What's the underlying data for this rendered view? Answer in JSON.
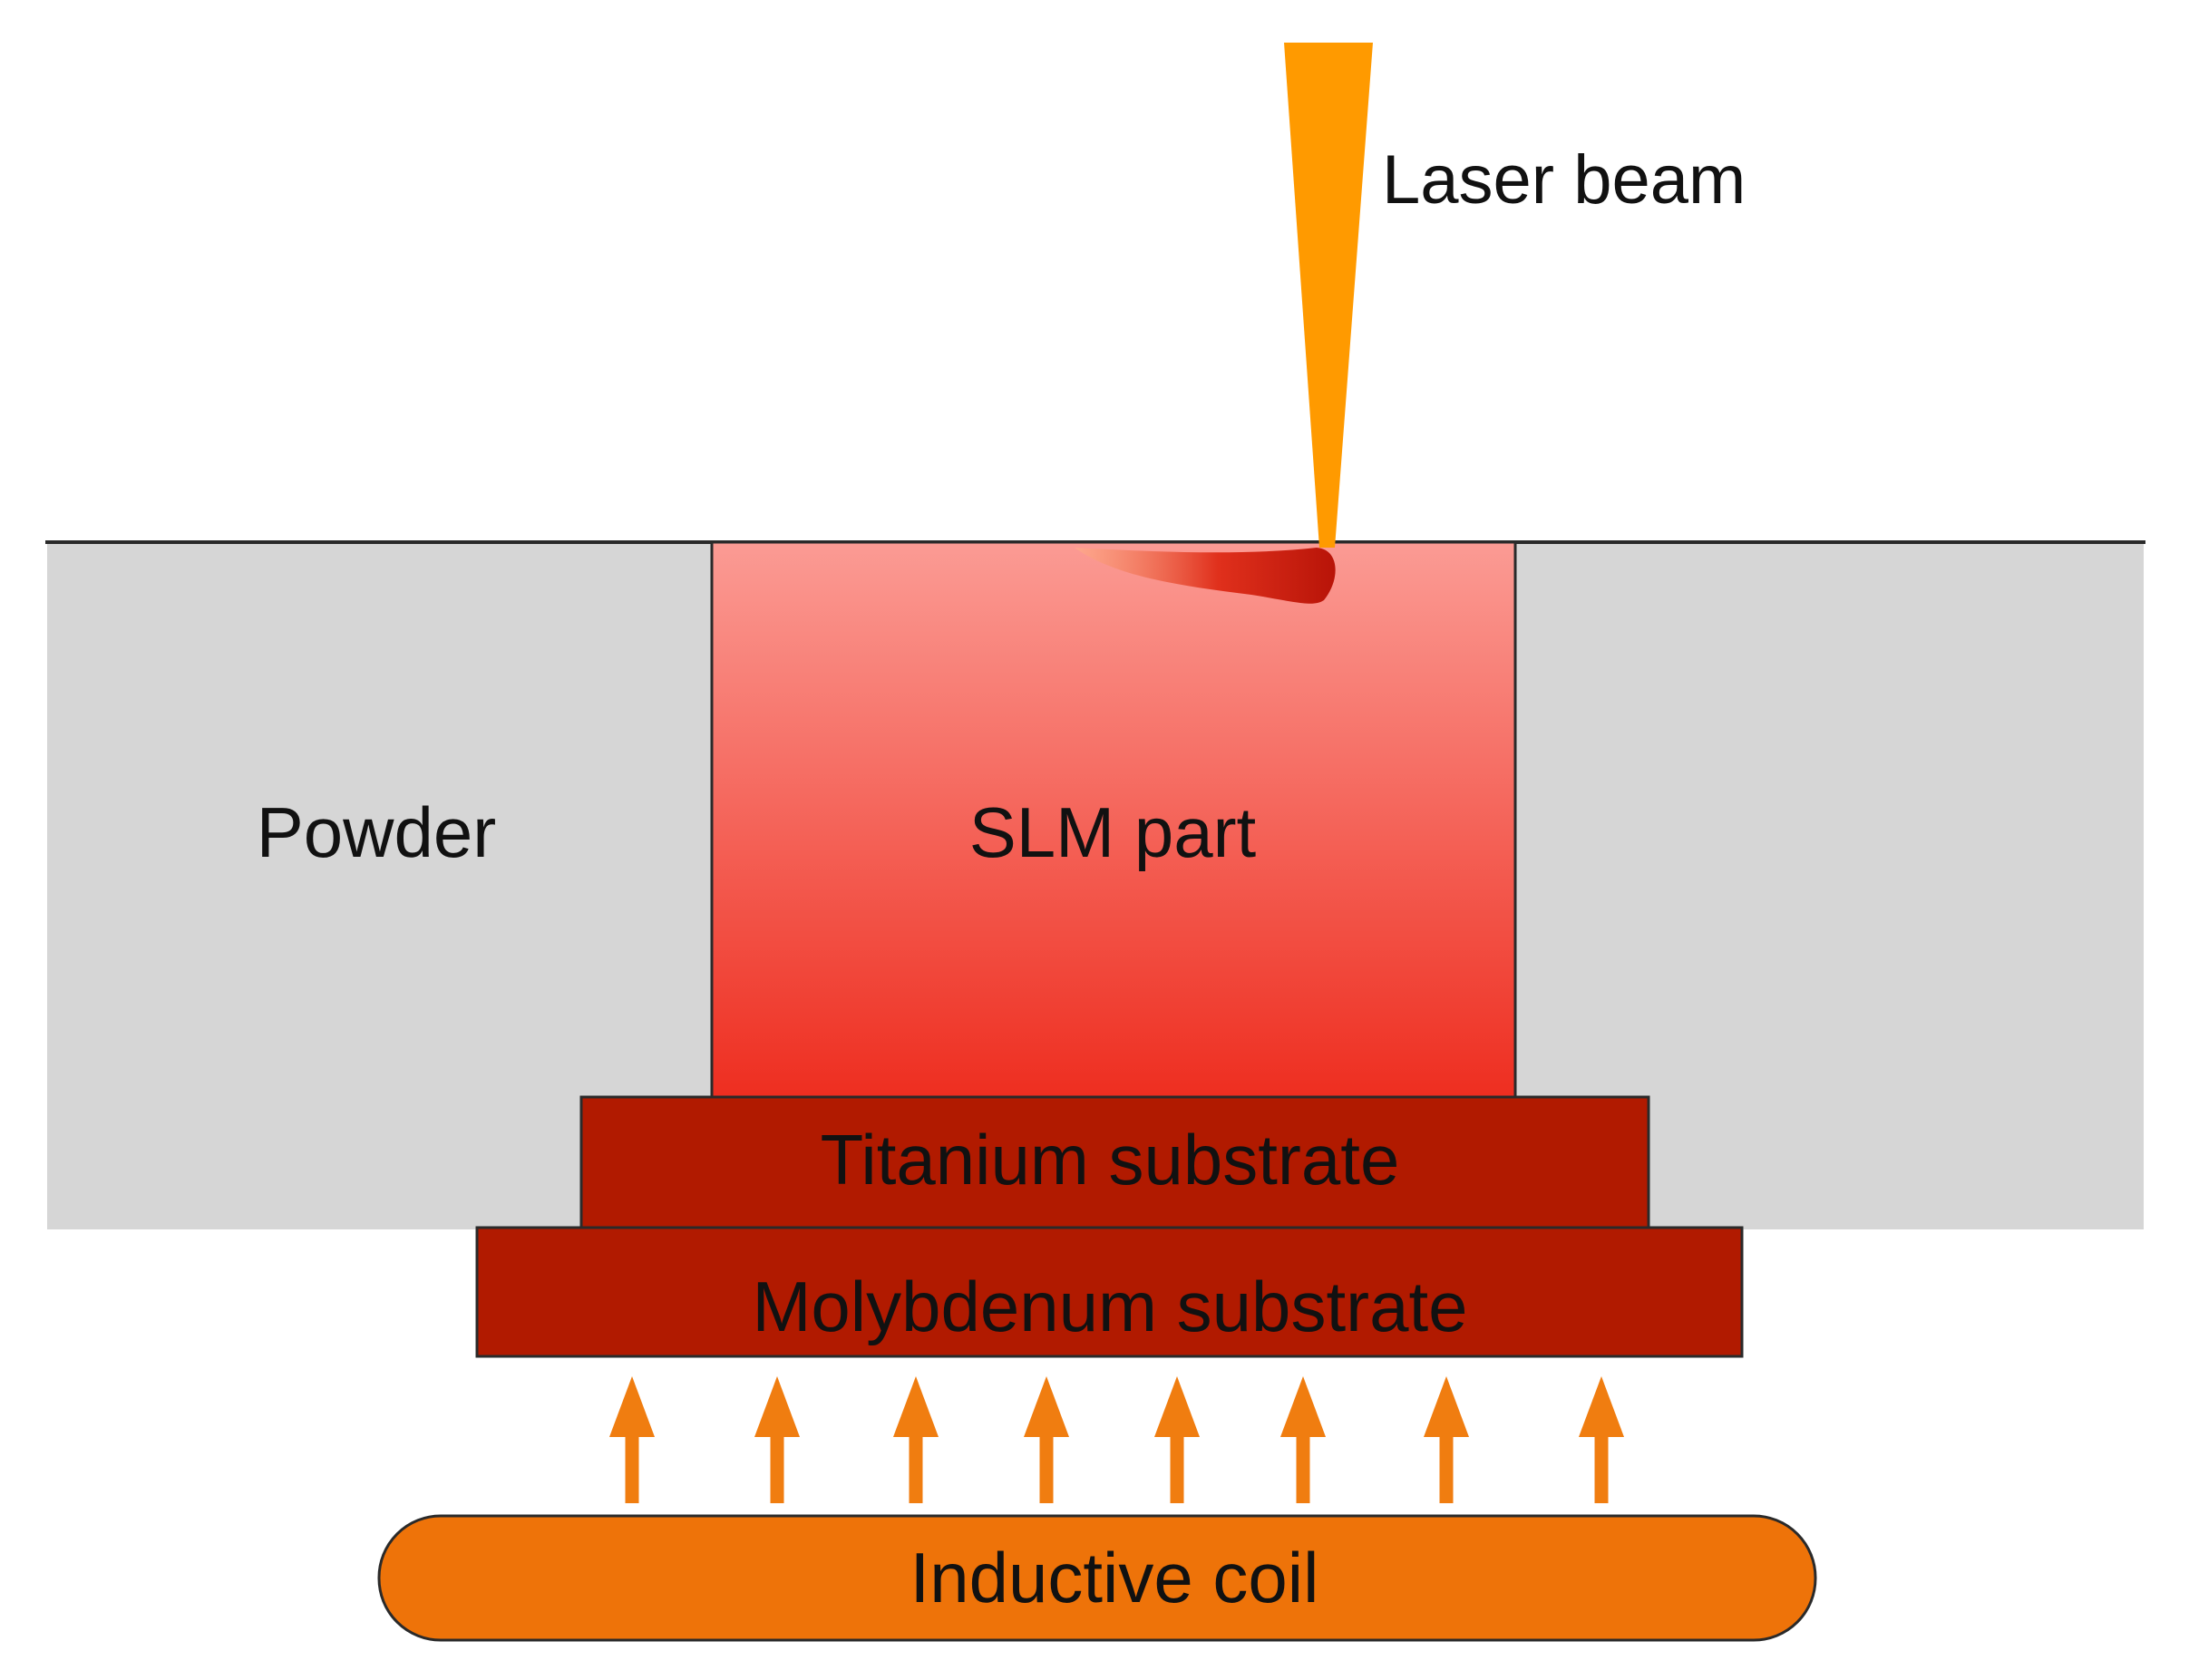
{
  "labels": {
    "laser_beam": "Laser beam",
    "powder": "Powder",
    "slm_part": "SLM part",
    "titanium_substrate": "Titanium substrate",
    "molybdenum_substrate": "Molybdenum substrate",
    "inductive_coil": "Inductive coil"
  },
  "colors": {
    "powder": "#d6d6d6",
    "slm_part_top": "#fb9b94",
    "slm_part_bottom": "#ee2e20",
    "melt_pool": "#c61a0e",
    "substrate": "#b11a00",
    "laser": "#ff9a00",
    "heat_arrow": "#f07d10",
    "coil": "#ee7309",
    "outline": "#2a2a2a"
  },
  "heat_arrow_count": 8
}
